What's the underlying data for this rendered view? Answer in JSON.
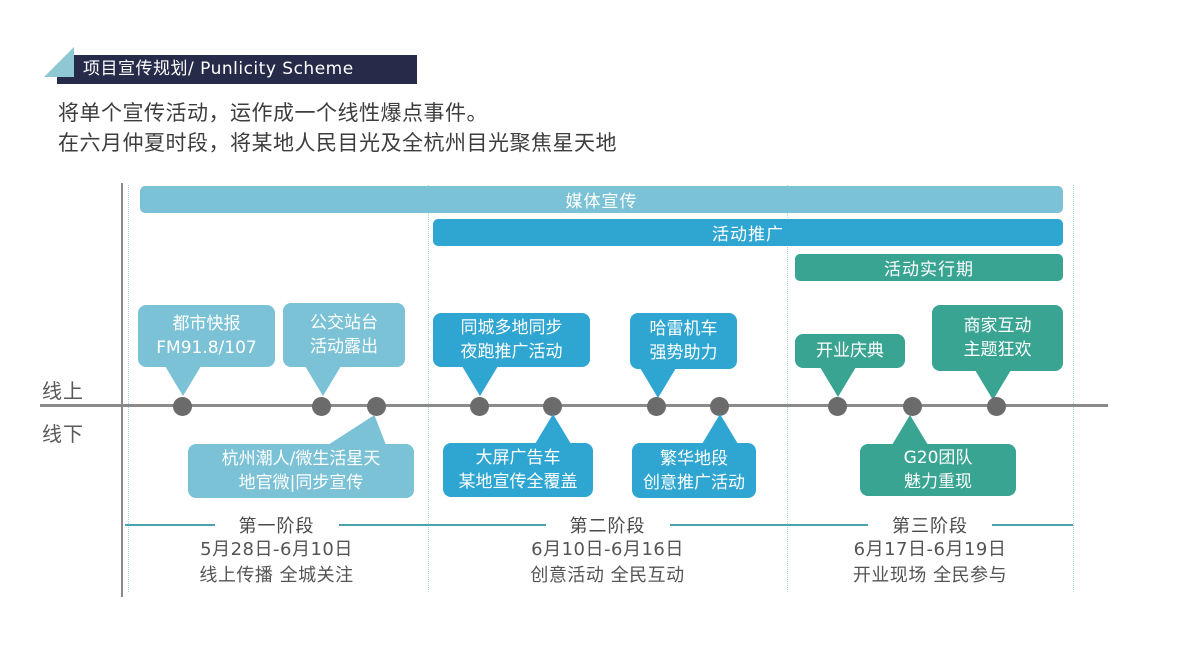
{
  "header": {
    "title": "项目宣传规划/ Punlicity Scheme"
  },
  "intro": {
    "line1": "将单个宣传活动，运作成一个线性爆点事件。",
    "line2": "在六月仲夏时段，将某地人民目光及全杭州目光聚焦星天地"
  },
  "timeline": {
    "online_label": "线上",
    "offline_label": "线下",
    "bars": [
      {
        "label": "媒体宣传",
        "color": "#7CC2D6"
      },
      {
        "label": "活动推广",
        "color": "#2FA6D2"
      },
      {
        "label": "活动实行期",
        "color": "#3AA493"
      }
    ],
    "bubbles": [
      {
        "id": "metro-express-fm",
        "text": "都市快报\nFM91.8/107",
        "position": "above"
      },
      {
        "id": "bus-station",
        "text": "公交站台\n活动露出",
        "position": "above"
      },
      {
        "id": "hangzhou-wechat",
        "text": "杭州潮人/微生活星天\n地官微|同步宣传",
        "position": "below"
      },
      {
        "id": "night-run",
        "text": "同城多地同步\n夜跑推广活动",
        "position": "above"
      },
      {
        "id": "led-ad-truck",
        "text": "大屏广告车\n某地宣传全覆盖",
        "position": "below"
      },
      {
        "id": "harley-motorcycle",
        "text": "哈雷机车\n强势助力",
        "position": "above"
      },
      {
        "id": "busy-district",
        "text": "繁华地段\n创意推广活动",
        "position": "below"
      },
      {
        "id": "opening-ceremony",
        "text": "开业庆典",
        "position": "above"
      },
      {
        "id": "merchant-interaction",
        "text": "商家互动\n主题狂欢",
        "position": "above"
      },
      {
        "id": "g20-team",
        "text": "G20团队\n魅力重现",
        "position": "below"
      }
    ],
    "phases": [
      {
        "name": "第一阶段",
        "dates": "5月28日-6月10日",
        "slogan": "线上传播 全城关注"
      },
      {
        "name": "第二阶段",
        "dates": "6月10日-6月16日",
        "slogan": "创意活动 全民互动"
      },
      {
        "name": "第三阶段",
        "dates": "6月17日-6月19日",
        "slogan": "开业现场 全民参与"
      }
    ]
  },
  "colors": {
    "light_blue": "#7CC2D6",
    "medium_blue": "#2FA6D2",
    "teal": "#3AA493",
    "navy": "#262B49",
    "line_gray": "#8A8A8A",
    "dot_gray": "#6B6B6B",
    "phase_rule_teal": "#4BA3AC",
    "dashed_guide_blue": "#A9D6E4"
  }
}
